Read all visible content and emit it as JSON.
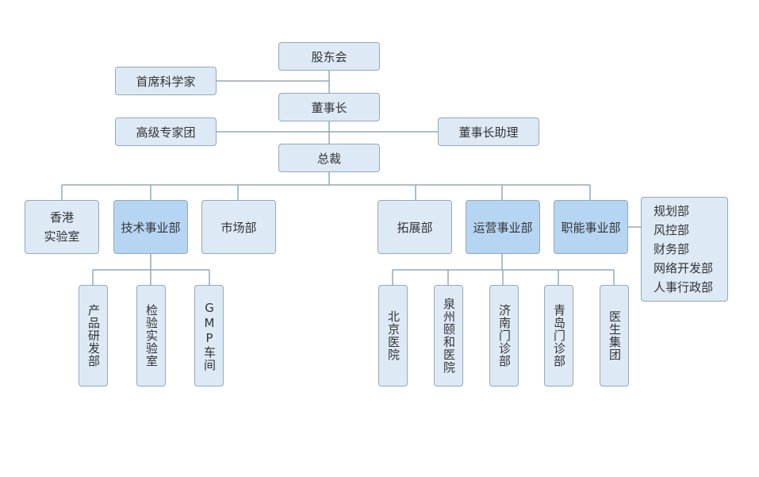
{
  "top": {
    "shareholders": "股东会",
    "chief_scientist": "首席科学家",
    "chairman": "董事长",
    "senior_experts": "高级专家团",
    "chairman_assistant": "董事长助理",
    "president": "总裁"
  },
  "departments": {
    "hk_lab": [
      "香港",
      "实验室"
    ],
    "tech": "技术事业部",
    "market": "市场部",
    "expansion": "拓展部",
    "operations": "运营事业部",
    "functions": "职能事业部"
  },
  "functions_list": [
    "规划部",
    "风控部",
    "财务部",
    "网络开发部",
    "人事行政部"
  ],
  "tech_children": [
    "产品研发部",
    "检验实验室",
    "GMP车间"
  ],
  "ops_children": [
    "北京医院",
    "泉州颐和医院",
    "济南门诊部",
    "青岛门诊部",
    "医生集团"
  ],
  "colors": {
    "box_fill": "#dde9f5",
    "box_highlight": "#b6d5f3",
    "box_border": "#93a9b8",
    "line": "#93a9b8",
    "text": "#333333"
  }
}
